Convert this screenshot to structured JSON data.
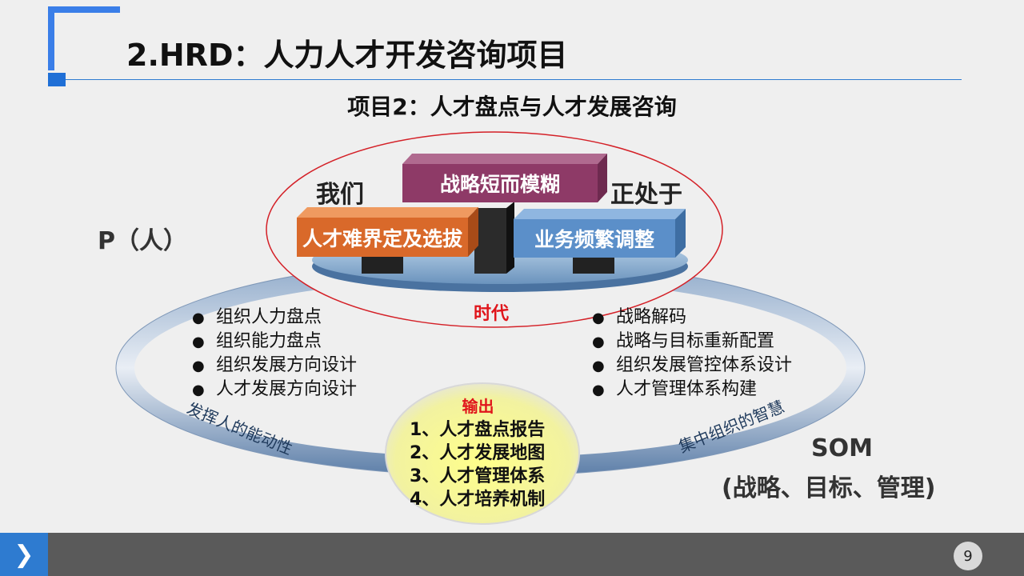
{
  "title": "2.HRD：人力人才开发咨询项目",
  "subtitle": "项目2：人才盘点与人才发展咨询",
  "left_label": "P（人）",
  "right_label_line1": "SOM",
  "right_label_line2": "(战略、目标、管理)",
  "words": {
    "left": "我们",
    "right": "正处于"
  },
  "blocks": {
    "top": "战略短而模糊",
    "left": "人才难界定及选拔",
    "right": "业务频繁调整"
  },
  "era_label": "时代",
  "left_list": [
    "组织人力盘点",
    "组织能力盘点",
    "组织发展方向设计",
    "人才发展方向设计"
  ],
  "right_list": [
    "战略解码",
    "战略与目标重新配置",
    "组织发展管控体系设计",
    "人才管理体系构建"
  ],
  "ring_left_text": "发挥人的能动性",
  "ring_right_text": "集中组织的智慧",
  "output": {
    "title": "输出",
    "items": [
      "1、人才盘点报告",
      "2、人才发展地图",
      "3、人才管理体系",
      "4、人才培养机制"
    ]
  },
  "page_number": "9",
  "colors": {
    "accent_blue": "#2E7BD0",
    "block_top": "#8E3A67",
    "block_left": "#D9692A",
    "block_right": "#5B8FC9",
    "highlight_red": "#E0151B"
  }
}
